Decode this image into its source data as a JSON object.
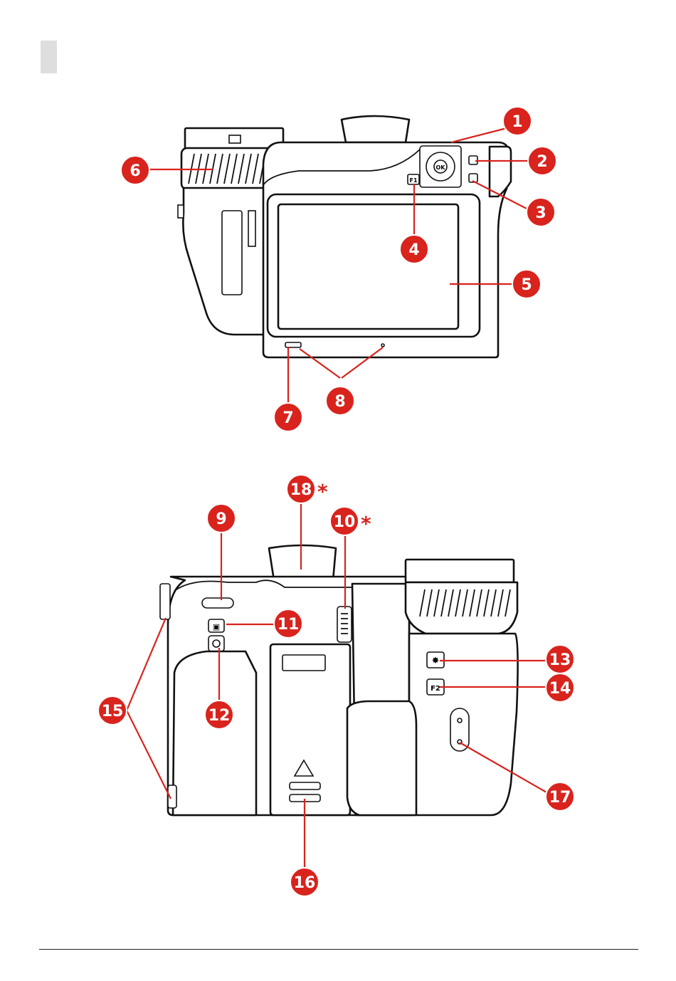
{
  "callouts": [
    {
      "id": "1",
      "label": "1"
    },
    {
      "id": "2",
      "label": "2"
    },
    {
      "id": "3",
      "label": "3"
    },
    {
      "id": "4",
      "label": "4"
    },
    {
      "id": "5",
      "label": "5"
    },
    {
      "id": "6",
      "label": "6"
    },
    {
      "id": "7",
      "label": "7"
    },
    {
      "id": "8",
      "label": "8"
    },
    {
      "id": "9",
      "label": "9"
    },
    {
      "id": "10",
      "label": "10"
    },
    {
      "id": "11",
      "label": "11"
    },
    {
      "id": "12",
      "label": "12"
    },
    {
      "id": "13",
      "label": "13"
    },
    {
      "id": "14",
      "label": "14"
    },
    {
      "id": "15",
      "label": "15"
    },
    {
      "id": "16",
      "label": "16"
    },
    {
      "id": "17",
      "label": "17"
    },
    {
      "id": "18",
      "label": "18"
    }
  ],
  "markers": {
    "star": "*"
  },
  "camera_keys": {
    "ok": "OK",
    "f1": "F1",
    "f2": "F2"
  },
  "colors": {
    "callout": "#d9231d",
    "outline": "#111111",
    "tag": "#dedede"
  }
}
